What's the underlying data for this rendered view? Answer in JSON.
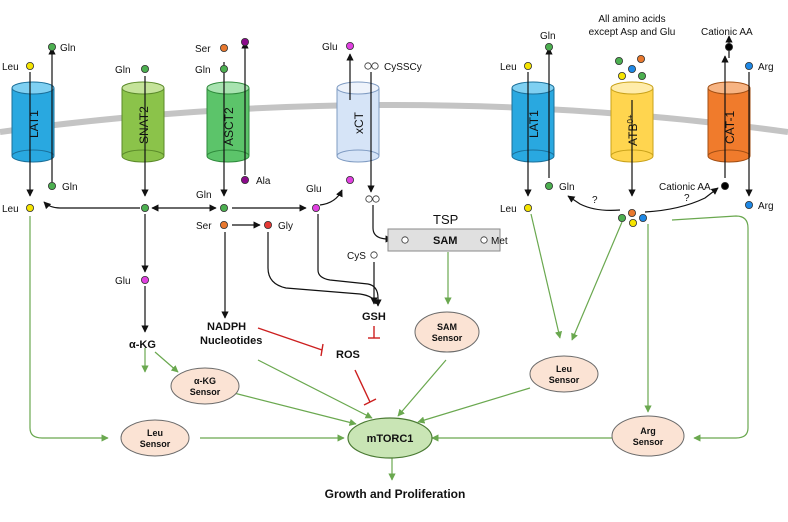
{
  "transporters": {
    "lat1_left": "LAT1",
    "snat2": "SNAT2",
    "asct2": "ASCT2",
    "xct": "xCT",
    "lat1_right": "LAT1",
    "atb0": "ATB",
    "atb0_sup": "0+",
    "cat1": "CAT-1"
  },
  "labels": {
    "leu_out_left": "Leu",
    "gln_out_left": "Gln",
    "gln_snat2_out": "Gln",
    "ser_out": "Ser",
    "gln_asct2_out": "Gln",
    "glu_xct_out": "Glu",
    "cyssscy_out": "CySSCy",
    "leu_out_right": "Leu",
    "gln_out_right": "Gln",
    "all_amino_line1": "All amino acids",
    "all_amino_line2": "except Asp and Glu",
    "cationic_out": "Cationic AA",
    "arg_out": "Arg",
    "leu_in_left": "Leu",
    "gln_in_left": "Gln",
    "ala_in": "Ala",
    "gln_in_mid": "Gln",
    "ser_in_mid": "Ser",
    "gly_in": "Gly",
    "glu_in_xct": "Glu",
    "cys_in": "CyS",
    "glu_snat2": "Glu",
    "akg": "α-KG",
    "nadph": "NADPH",
    "nucleotides": "Nucleotides",
    "gsh": "GSH",
    "ros": "ROS",
    "tsp": "TSP",
    "sam": "SAM",
    "met": "Met",
    "leu_in_right": "Leu",
    "gln_in_right": "Gln",
    "cationic_in": "Cationic AA",
    "arg_in": "Arg",
    "question1": "?",
    "question2": "?",
    "growth": "Growth and Proliferation"
  },
  "sensors": {
    "akg_l1": "α-KG",
    "akg_l2": "Sensor",
    "leu_left_l1": "Leu",
    "leu_left_l2": "Sensor",
    "sam_l1": "SAM",
    "sam_l2": "Sensor",
    "leu_right_l1": "Leu",
    "leu_right_l2": "Sensor",
    "arg_l1": "Arg",
    "arg_l2": "Sensor",
    "mtorc1": "mTORC1"
  },
  "colors": {
    "lat1": "#29a8e0",
    "snat2": "#8bc34a",
    "asct2": "#5cc46a",
    "xct": "#d6e4f7",
    "atb0": "#ffd54f",
    "cat1": "#f07b2c",
    "membrane": "#bdbdbd",
    "sensor_fill": "#fbe3d4",
    "mtorc1_fill": "#c9e5b5",
    "green_arrow": "#6aa84f",
    "red_inhibit": "#cc1f1f",
    "dot_yellow": "#f5e400",
    "dot_green": "#4caf50",
    "dot_orange": "#e8782e",
    "dot_purple": "#8b0a8b",
    "dot_magenta": "#e040e0",
    "dot_red": "#e53935",
    "dot_blue": "#1e88e5",
    "dot_black": "#000000"
  }
}
